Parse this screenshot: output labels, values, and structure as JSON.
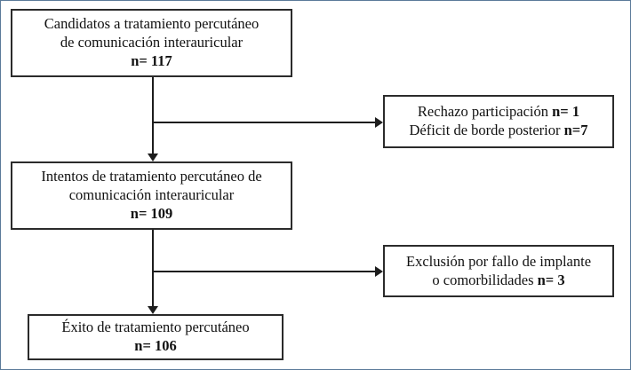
{
  "diagram": {
    "type": "flowchart",
    "language": "es",
    "title_text": "",
    "colors": {
      "box_border": "#2b2b2b",
      "connector": "#1d1d1d",
      "background": "#ffffff",
      "frame_border": "#5b7a99",
      "text": "#111111"
    },
    "nodes": [
      {
        "id": "candidates",
        "lines": [
          "Candidatos a tratamiento percutáneo",
          "de comunicación interauricular"
        ],
        "count_label": "n= 117",
        "count_value": 117
      },
      {
        "id": "excluded-1",
        "lines": [
          "Rechazo participación n= 1",
          "Déficit de borde posterior n=7"
        ],
        "line1_text": "Rechazo participación ",
        "line1_count": "n= 1",
        "line2_text": "Déficit de borde posterior ",
        "line2_count": "n=7",
        "count_values": [
          1,
          7
        ]
      },
      {
        "id": "attempts",
        "lines": [
          "Intentos de tratamiento percutáneo de",
          "comunicación interauricular"
        ],
        "count_label": "n= 109",
        "count_value": 109
      },
      {
        "id": "excluded-2",
        "lines": [
          "Exclusión por fallo de implante",
          "o comorbilidades n= 3"
        ],
        "line1_text": "Exclusión por fallo de implante",
        "line2_text": "o comorbilidades ",
        "line2_count": "n= 3",
        "count_values": [
          3
        ]
      },
      {
        "id": "success",
        "lines": [
          "Éxito de tratamiento percutáneo"
        ],
        "count_label": "n= 106",
        "count_value": 106
      }
    ],
    "edges": [
      {
        "from": "candidates",
        "to": "attempts",
        "direction": "down"
      },
      {
        "from": "candidates",
        "to": "excluded-1",
        "direction": "right"
      },
      {
        "from": "attempts",
        "to": "success",
        "direction": "down"
      },
      {
        "from": "attempts",
        "to": "excluded-2",
        "direction": "right"
      }
    ]
  }
}
